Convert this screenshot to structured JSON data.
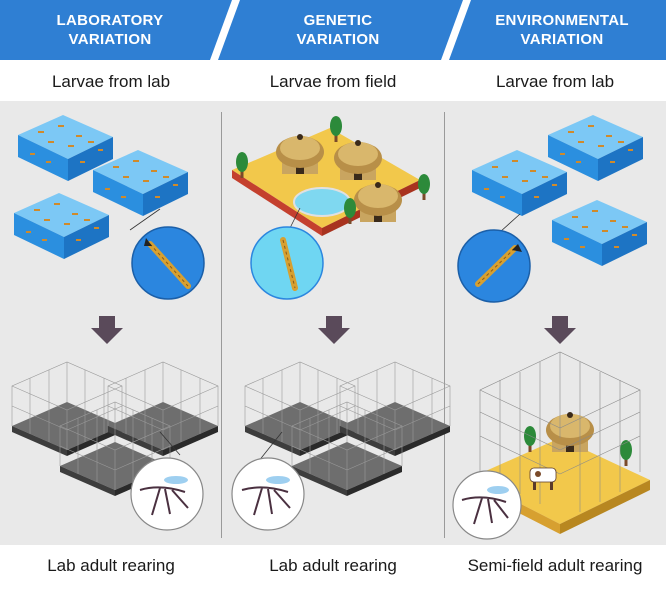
{
  "columns": [
    {
      "title_line1": "LABORATORY",
      "title_line2": "VARIATION",
      "larvae_source": "Larvae from lab",
      "adult_rearing": "Lab adult rearing"
    },
    {
      "title_line1": "GENETIC",
      "title_line2": "VARIATION",
      "larvae_source": "Larvae from field",
      "adult_rearing": "Lab adult rearing"
    },
    {
      "title_line1": "ENVIRONMENTAL",
      "title_line2": "VARIATION",
      "larvae_source": "Larvae from lab",
      "adult_rearing": "Semi-field adult rearing"
    }
  ],
  "colors": {
    "header_blue": "#2f7fd3",
    "water_blue": "#2b95e6",
    "arrow": "#5a4a5a",
    "ground": "#f2c84b",
    "hut": "#c9a560"
  }
}
